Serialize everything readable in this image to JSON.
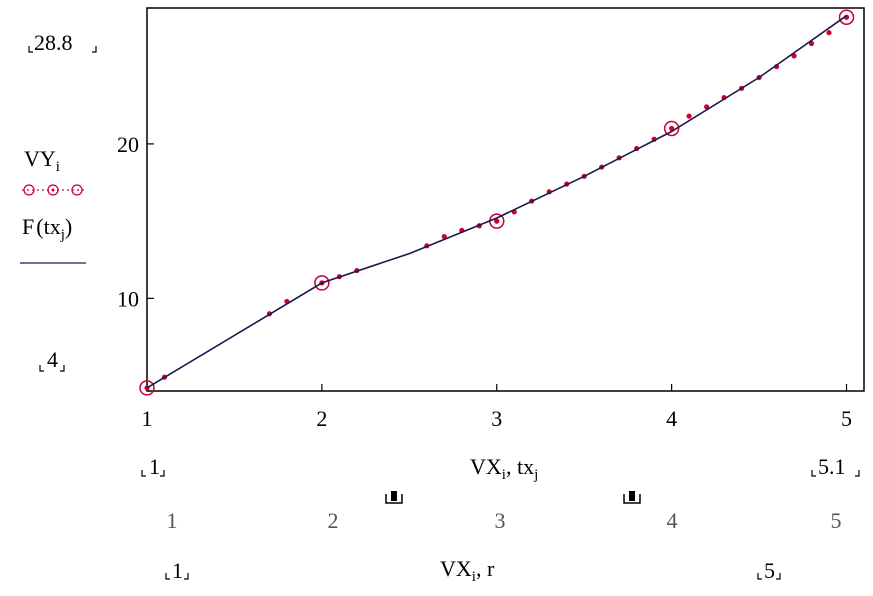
{
  "chart_data": {
    "type": "scatter",
    "xlim": [
      1,
      5.1
    ],
    "ylim": [
      4,
      28.8
    ],
    "limit_labels": {
      "ymax": "28.8",
      "ymin": "4",
      "xmin": "1",
      "xmax": "5.1"
    },
    "x_ticks": [
      "1",
      "2",
      "3",
      "4",
      "5"
    ],
    "y_ticks": [
      "10",
      "20"
    ],
    "x_tick_values": [
      1,
      2,
      3,
      4,
      5
    ],
    "y_tick_values": [
      10,
      20
    ],
    "y_legend": {
      "top": "VY",
      "top_sub": "i",
      "marker": "⊙-⊙-⊙",
      "bottom": "F",
      "bottom_arg": "tx",
      "bottom_sub": "j"
    },
    "xlabel": {
      "main": "VX",
      "main_sub": "i",
      "rest": ", tx",
      "rest_sub": "j"
    },
    "series": [
      {
        "style": "circles",
        "color": "#cc0033",
        "points": [
          [
            1,
            4.2
          ],
          [
            2,
            11
          ],
          [
            3,
            15
          ],
          [
            4,
            21
          ],
          [
            5,
            28.2
          ]
        ]
      },
      {
        "style": "dots",
        "color": "#cc0033",
        "points": [
          [
            1,
            4.2
          ],
          [
            1.1,
            4.9
          ],
          [
            1.7,
            9.0
          ],
          [
            1.8,
            9.8
          ],
          [
            2.0,
            11.0
          ],
          [
            2.1,
            11.4
          ],
          [
            2.2,
            11.8
          ],
          [
            2.6,
            13.4
          ],
          [
            2.7,
            14.0
          ],
          [
            2.8,
            14.4
          ],
          [
            2.9,
            14.7
          ],
          [
            3.0,
            15.0
          ],
          [
            3.1,
            15.6
          ],
          [
            3.2,
            16.3
          ],
          [
            3.3,
            16.9
          ],
          [
            3.4,
            17.4
          ],
          [
            3.5,
            17.9
          ],
          [
            3.6,
            18.5
          ],
          [
            3.7,
            19.1
          ],
          [
            3.8,
            19.7
          ],
          [
            3.9,
            20.3
          ],
          [
            4.0,
            21.0
          ],
          [
            4.1,
            21.8
          ],
          [
            4.2,
            22.4
          ],
          [
            4.3,
            23.0
          ],
          [
            4.4,
            23.6
          ],
          [
            4.5,
            24.3
          ],
          [
            4.6,
            25.0
          ],
          [
            4.7,
            25.7
          ],
          [
            4.8,
            26.5
          ],
          [
            4.9,
            27.2
          ],
          [
            5.0,
            28.2
          ]
        ]
      },
      {
        "style": "line",
        "color": "#1a1a4d",
        "points": [
          [
            1,
            4.2
          ],
          [
            1.5,
            7.6
          ],
          [
            2,
            11
          ],
          [
            2.5,
            12.9
          ],
          [
            3,
            15.2
          ],
          [
            3.5,
            17.9
          ],
          [
            4,
            20.8
          ],
          [
            4.5,
            24.3
          ],
          [
            5,
            28.3
          ]
        ]
      }
    ]
  },
  "secondary_axis": {
    "ticks": [
      "1",
      "2",
      "3",
      "4",
      "5"
    ],
    "xmin_label": "1",
    "xmax_label": "5",
    "xlabel_main": "VX",
    "xlabel_sub": "i",
    "xlabel_rest": ", r"
  }
}
